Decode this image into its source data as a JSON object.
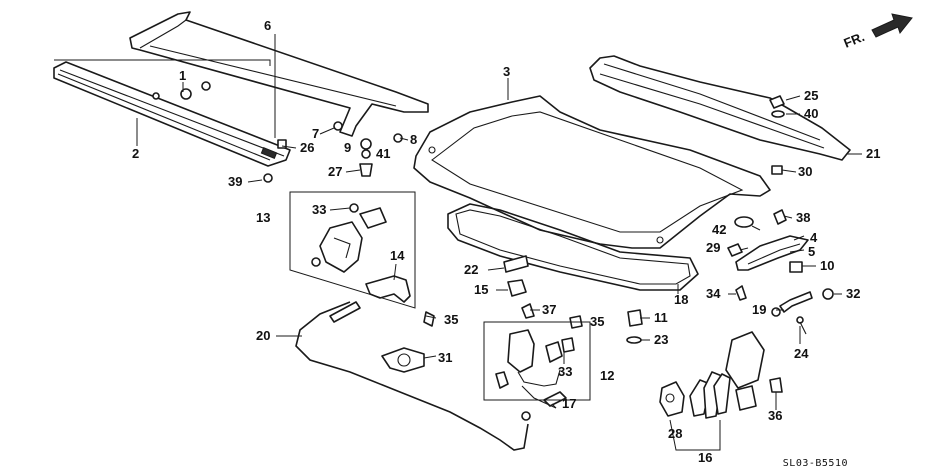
{
  "direction_label": "FR.",
  "diagram_code": "SL03-B5510",
  "callouts": [
    "1",
    "2",
    "3",
    "4",
    "5",
    "6",
    "7",
    "8",
    "9",
    "10",
    "11",
    "12",
    "13",
    "14",
    "15",
    "16",
    "17",
    "18",
    "19",
    "20",
    "21",
    "22",
    "23",
    "24",
    "25",
    "26",
    "27",
    "28",
    "29",
    "30",
    "31",
    "32",
    "33",
    "33",
    "34",
    "35",
    "35",
    "36",
    "37",
    "38",
    "39",
    "40",
    "41",
    "42"
  ]
}
